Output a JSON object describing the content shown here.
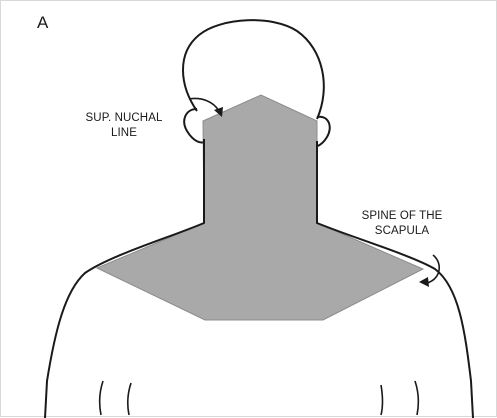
{
  "figure": {
    "panel_label": "A",
    "labels": {
      "sup_nuchal_line": [
        "SUP. NUCHAL",
        "LINE"
      ],
      "spine_of_scapula": [
        "SPINE OF THE",
        "SCAPULA"
      ]
    },
    "colors": {
      "outline": "#1a1a1a",
      "shaded_region": "#a9a9a9",
      "background": "#ffffff"
    }
  }
}
